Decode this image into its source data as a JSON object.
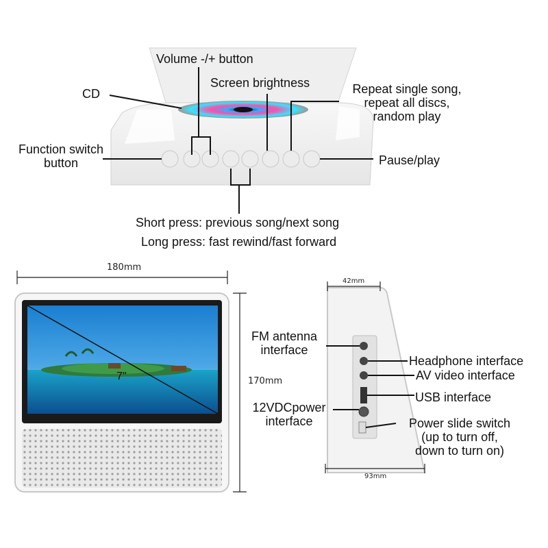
{
  "top_callouts": {
    "volume": "Volume -/+ button",
    "screen_brightness": "Screen brightness",
    "cd": "CD",
    "repeat": [
      "Repeat single song,",
      "repeat all discs,",
      "random play"
    ],
    "function_switch": [
      "Function switch",
      "button"
    ],
    "pause_play": "Pause/play",
    "short_press": "Short press: previous song/next song",
    "long_press": "Long press: fast rewind/fast forward"
  },
  "front_view": {
    "width_label": "180mm",
    "height_label": "170mm",
    "screen_size": "7\""
  },
  "side_view": {
    "depth_top_label": "42mm",
    "depth_bottom_label": "93mm",
    "fm_antenna": [
      "FM antenna",
      "interface"
    ],
    "power_12v": [
      "12VDCpower",
      "interface"
    ],
    "headphone": "Headphone interface",
    "av_video": "AV video interface",
    "usb": "USB interface",
    "power_switch": [
      "Power slide switch",
      "(up to turn off,",
      "down to turn on)"
    ]
  },
  "colors": {
    "device_white": "#f2f2f2",
    "device_edge": "#cfcfcf",
    "sky": "#1f86d2",
    "sea": "#0f6fb5",
    "leader": "#111111"
  }
}
